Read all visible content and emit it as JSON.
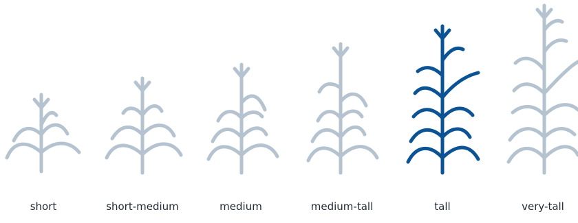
{
  "colors": {
    "inactive": "#b4c3cf",
    "active": "#0b5394"
  },
  "selected_index": 4,
  "plants": [
    {
      "label": "short",
      "icon": "corn-plant-icon"
    },
    {
      "label": "short-medium",
      "icon": "corn-plant-icon"
    },
    {
      "label": "medium",
      "icon": "corn-plant-icon"
    },
    {
      "label": "medium-tall",
      "icon": "corn-plant-icon"
    },
    {
      "label": "tall",
      "icon": "corn-plant-icon"
    },
    {
      "label": "very-tall",
      "icon": "corn-plant-icon"
    }
  ]
}
